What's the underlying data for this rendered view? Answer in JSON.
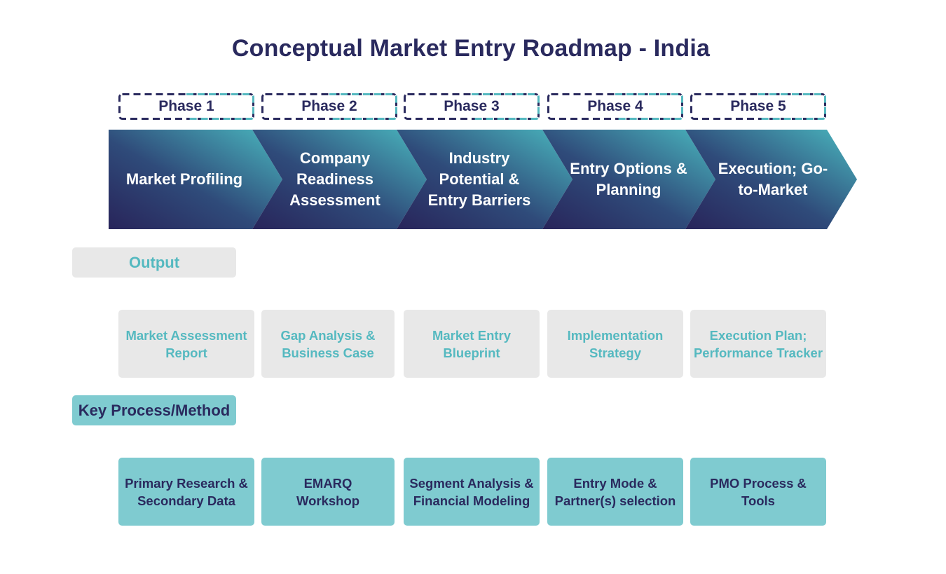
{
  "title": "Conceptual Market Entry Roadmap - India",
  "colors": {
    "navy": "#2a2a5e",
    "teal": "#55b9c0",
    "light_teal": "#7fcbd0",
    "light_gray": "#e8e8e8",
    "chevron_gradient_start": "#28245a",
    "chevron_gradient_end": "#4ab8bf"
  },
  "phases": [
    {
      "label": "Phase 1",
      "stage": "Market Profiling",
      "output": "Market Assessment Report",
      "method": "Primary Research & Secondary Data"
    },
    {
      "label": "Phase 2",
      "stage": "Company Readiness Assessment",
      "output": "Gap Analysis & Business Case",
      "method": "EMARQ Workshop"
    },
    {
      "label": "Phase 3",
      "stage": "Industry Potential & Entry Barriers",
      "output": "Market Entry Blueprint",
      "method": "Segment Analysis & Financial Modeling"
    },
    {
      "label": "Phase 4",
      "stage": "Entry Options & Planning",
      "output": "Implementation Strategy",
      "method": "Entry Mode & Partner(s) selection"
    },
    {
      "label": "Phase 5",
      "stage": "Execution; Go-to-Market",
      "output": "Execution Plan; Performance Tracker",
      "method": "PMO Process & Tools"
    }
  ],
  "output_label": "Output",
  "method_label": "Key Process/Method"
}
